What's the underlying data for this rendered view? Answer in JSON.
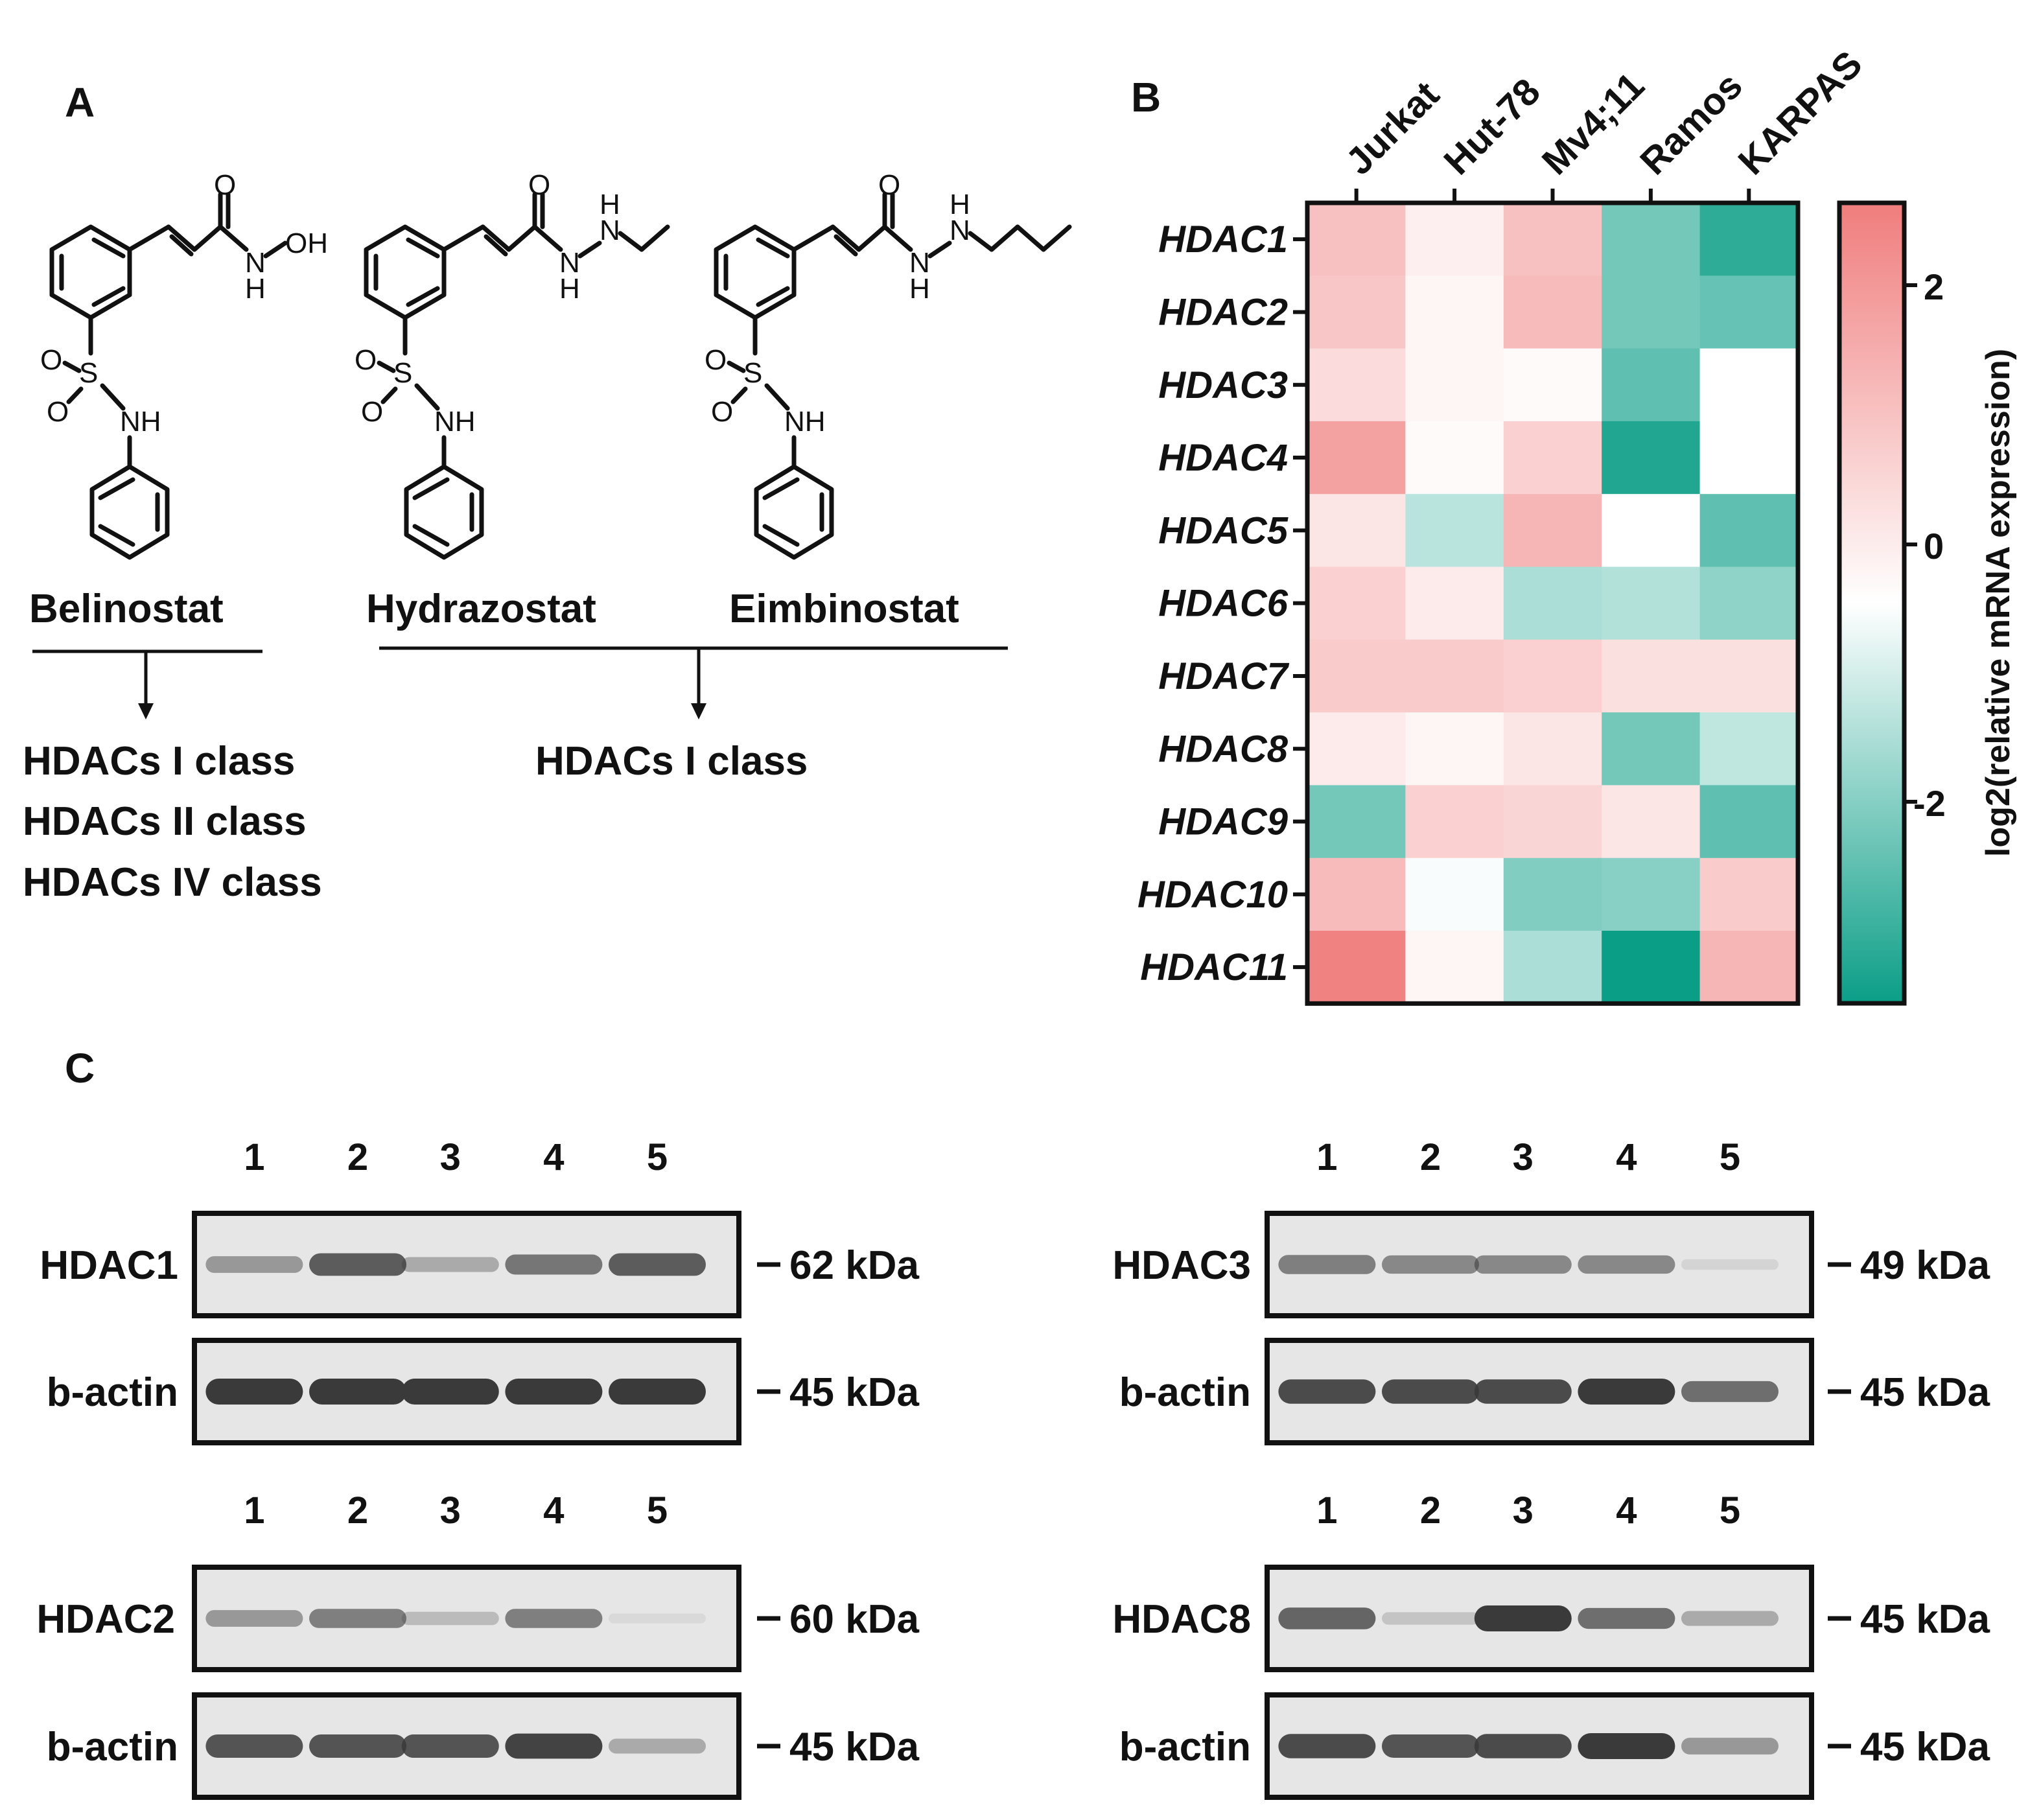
{
  "panel_a": {
    "label": "A",
    "compounds": [
      {
        "name": "Belinostat",
        "tail_atoms": [
          "O",
          "N",
          "H",
          "OH"
        ]
      },
      {
        "name": "Hydrazostat",
        "tail_atoms": [
          "O",
          "N",
          "H",
          "N",
          "H"
        ]
      },
      {
        "name": "Eimbinostat",
        "tail_atoms": [
          "O",
          "N",
          "H",
          "N",
          "H"
        ]
      }
    ],
    "sulfonamide_atoms": [
      "O",
      "S",
      "O",
      "NH"
    ],
    "targets_left": [
      "HDACs I class",
      "HDACs II class",
      "HDACs IV class"
    ],
    "targets_right": [
      "HDACs I class"
    ]
  },
  "panel_b": {
    "label": "B",
    "colorbar_label": "log2(relative mRNA expression)",
    "colorbar_ticks": [
      "2",
      "0",
      "-2"
    ],
    "colors": {
      "high": "#f07d7d",
      "mid": "#ffffff",
      "low": "#0b9e87"
    }
  },
  "chart_data": {
    "type": "heatmap",
    "x": [
      "Jurkat",
      "Hut-78",
      "Mv4;11",
      "Ramos",
      "KARPAS"
    ],
    "y": [
      "HDAC1",
      "HDAC2",
      "HDAC3",
      "HDAC4",
      "HDAC5",
      "HDAC6",
      "HDAC7",
      "HDAC8",
      "HDAC9",
      "HDAC10",
      "HDAC11"
    ],
    "values": [
      [
        1.2,
        0.3,
        1.2,
        -2.0,
        -3.0
      ],
      [
        1.1,
        0.2,
        1.3,
        -2.0,
        -2.2
      ],
      [
        0.7,
        0.2,
        0.1,
        -2.3,
        0.0
      ],
      [
        1.8,
        0.1,
        0.9,
        -3.2,
        0.0
      ],
      [
        0.5,
        -1.0,
        1.4,
        0.0,
        -2.3
      ],
      [
        0.9,
        0.4,
        -1.2,
        -1.1,
        -1.6
      ],
      [
        1.0,
        1.0,
        0.9,
        0.6,
        0.6
      ],
      [
        0.4,
        0.2,
        0.5,
        -2.0,
        -0.9
      ],
      [
        -2.0,
        0.9,
        0.8,
        0.5,
        -2.3
      ],
      [
        1.3,
        -0.1,
        -1.8,
        -1.7,
        1.0
      ],
      [
        2.4,
        0.2,
        -1.2,
        -3.5,
        1.4
      ]
    ],
    "colorbar_ticks": [
      2,
      0,
      -2
    ],
    "vlim": [
      -3.5,
      2.5
    ],
    "zlabel": "log2(relative mRNA expression)"
  },
  "panel_c": {
    "label": "C",
    "lane_numbers": [
      "1",
      "2",
      "3",
      "4",
      "5"
    ],
    "blots": [
      {
        "label": "HDAC1",
        "kda": "62 kDa",
        "bands": [
          0.45,
          0.8,
          0.35,
          0.65,
          0.8
        ],
        "band_color": "#3a3a3a"
      },
      {
        "label": "b-actin",
        "kda": "45 kDa",
        "bands": [
          1,
          1,
          1,
          1,
          1
        ],
        "band_color": "#3a3a3a"
      },
      {
        "label": "HDAC2",
        "kda": "60 kDa",
        "bands": [
          0.45,
          0.6,
          0.25,
          0.6,
          0.05
        ],
        "band_color": "#3a3a3a"
      },
      {
        "label": "b-actin",
        "kda": "45 kDa",
        "bands": [
          0.85,
          0.85,
          0.85,
          0.95,
          0.35
        ],
        "band_color": "#3a3a3a"
      },
      {
        "label": "HDAC3",
        "kda": "49 kDa",
        "bands": [
          0.6,
          0.55,
          0.55,
          0.55,
          0.1
        ],
        "band_color": "#3a3a3a"
      },
      {
        "label": "b-actin",
        "kda": "45 kDa",
        "bands": [
          0.9,
          0.9,
          0.9,
          1,
          0.7
        ],
        "band_color": "#3a3a3a"
      },
      {
        "label": "HDAC8",
        "kda": "45 kDa",
        "bands": [
          0.75,
          0.2,
          1,
          0.7,
          0.35
        ],
        "band_color": "#3a3a3a"
      },
      {
        "label": "b-actin",
        "kda": "45 kDa",
        "bands": [
          0.9,
          0.85,
          0.9,
          1,
          0.45
        ],
        "band_color": "#3a3a3a"
      }
    ]
  }
}
